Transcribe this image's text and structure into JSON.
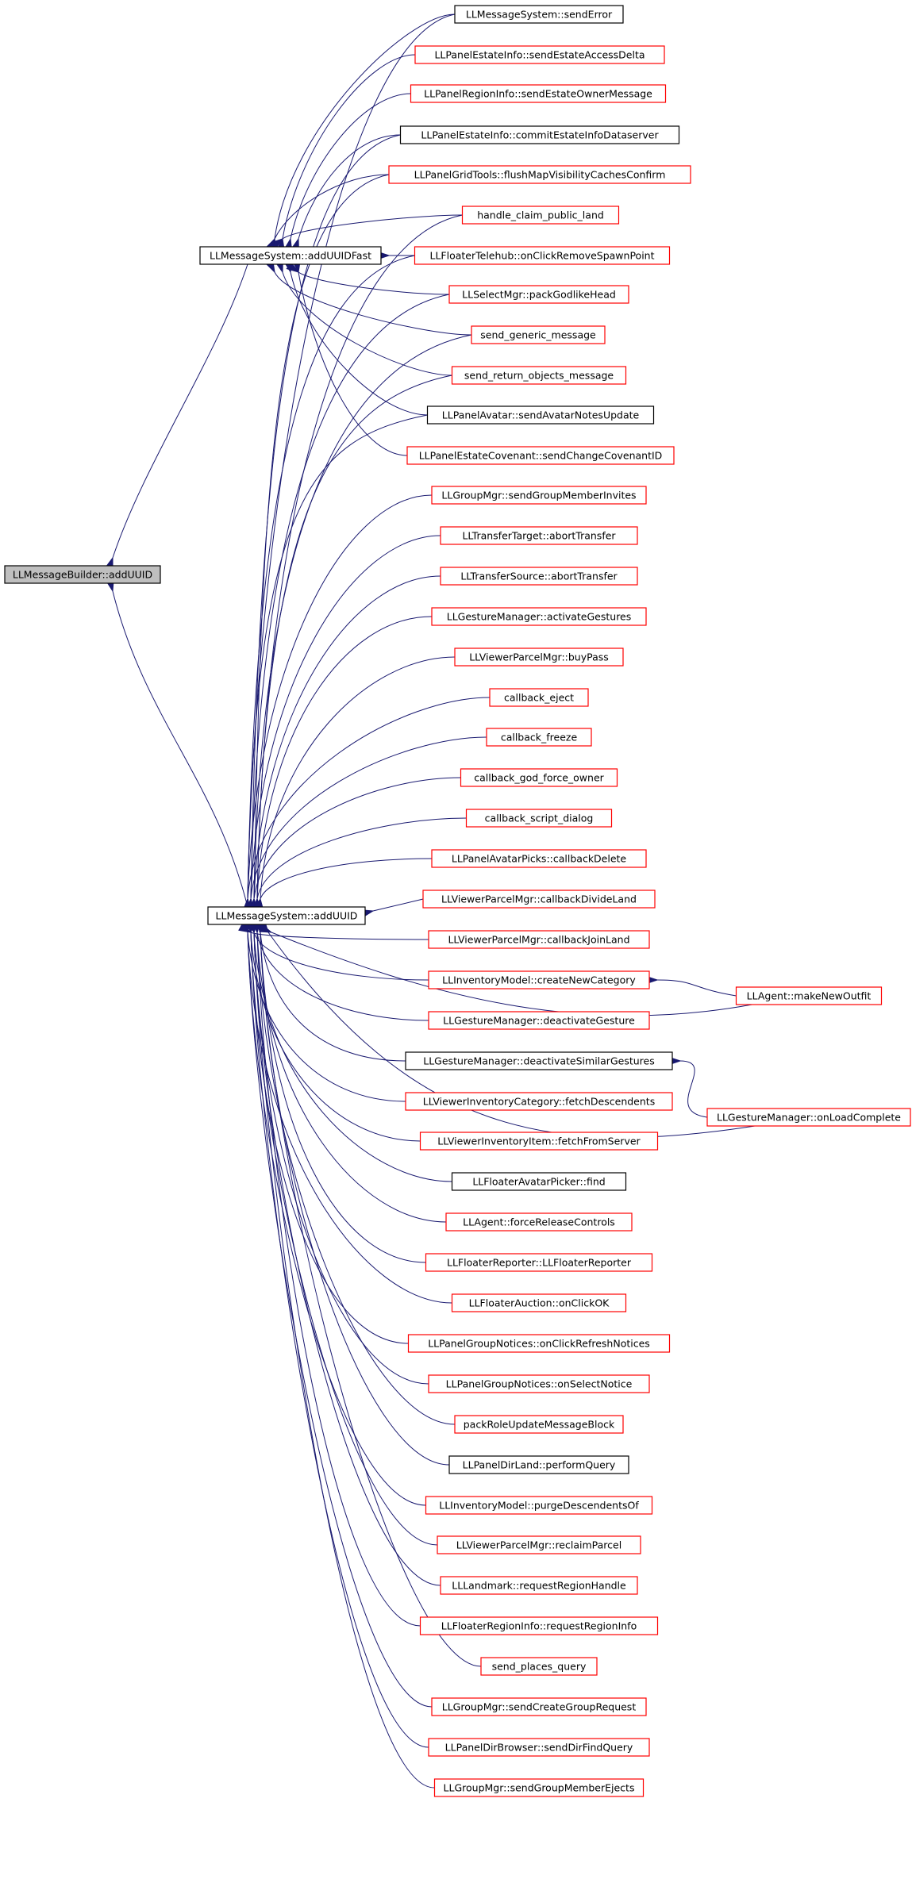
{
  "colors": {
    "edge": "#191970",
    "border_red": "#ff0000",
    "border_black": "#000000",
    "root_fill": "#bfbfbf"
  },
  "root": {
    "label": "LLMessageBuilder::addUUID"
  },
  "fast_hub": {
    "label": "LLMessageSystem::addUUIDFast"
  },
  "hub": {
    "label": "LLMessageSystem::addUUID"
  },
  "fast_callers": [
    {
      "label": "LLMessageSystem::sendError",
      "border": "black"
    },
    {
      "label": "LLPanelEstateInfo::sendEstateAccessDelta",
      "border": "red"
    },
    {
      "label": "LLPanelRegionInfo::sendEstateOwnerMessage",
      "border": "red"
    },
    {
      "label": "LLPanelEstateInfo::commitEstateInfoDataserver",
      "border": "black"
    },
    {
      "label": "LLPanelGridTools::flushMapVisibilityCachesConfirm",
      "border": "red"
    },
    {
      "label": "handle_claim_public_land",
      "border": "red"
    },
    {
      "label": "LLFloaterTelehub::onClickRemoveSpawnPoint",
      "border": "red"
    },
    {
      "label": "LLSelectMgr::packGodlikeHead",
      "border": "red"
    },
    {
      "label": "send_generic_message",
      "border": "red"
    },
    {
      "label": "send_return_objects_message",
      "border": "red"
    },
    {
      "label": "LLPanelAvatar::sendAvatarNotesUpdate",
      "border": "black"
    },
    {
      "label": "LLPanelEstateCovenant::sendChangeCovenantID",
      "border": "red"
    }
  ],
  "callers": [
    {
      "label": "LLGroupMgr::sendGroupMemberInvites",
      "border": "red"
    },
    {
      "label": "LLTransferTarget::abortTransfer",
      "border": "red"
    },
    {
      "label": "LLTransferSource::abortTransfer",
      "border": "red"
    },
    {
      "label": "LLGestureManager::activateGestures",
      "border": "red"
    },
    {
      "label": "LLViewerParcelMgr::buyPass",
      "border": "red"
    },
    {
      "label": "callback_eject",
      "border": "red"
    },
    {
      "label": "callback_freeze",
      "border": "red"
    },
    {
      "label": "callback_god_force_owner",
      "border": "red"
    },
    {
      "label": "callback_script_dialog",
      "border": "red"
    },
    {
      "label": "LLPanelAvatarPicks::callbackDelete",
      "border": "red"
    },
    {
      "label": "LLViewerParcelMgr::callbackDivideLand",
      "border": "red"
    },
    {
      "label": "LLViewerParcelMgr::callbackJoinLand",
      "border": "red"
    },
    {
      "label": "LLInventoryModel::createNewCategory",
      "border": "red"
    },
    {
      "label": "LLGestureManager::deactivateGesture",
      "border": "red"
    },
    {
      "label": "LLGestureManager::deactivateSimilarGestures",
      "border": "black"
    },
    {
      "label": "LLViewerInventoryCategory::fetchDescendents",
      "border": "red"
    },
    {
      "label": "LLViewerInventoryItem::fetchFromServer",
      "border": "red"
    },
    {
      "label": "LLFloaterAvatarPicker::find",
      "border": "black"
    },
    {
      "label": "LLAgent::forceReleaseControls",
      "border": "red"
    },
    {
      "label": "LLFloaterReporter::LLFloaterReporter",
      "border": "red"
    },
    {
      "label": "LLFloaterAuction::onClickOK",
      "border": "red"
    },
    {
      "label": "LLPanelGroupNotices::onClickRefreshNotices",
      "border": "red"
    },
    {
      "label": "LLPanelGroupNotices::onSelectNotice",
      "border": "red"
    },
    {
      "label": "packRoleUpdateMessageBlock",
      "border": "red"
    },
    {
      "label": "LLPanelDirLand::performQuery",
      "border": "black"
    },
    {
      "label": "LLInventoryModel::purgeDescendentsOf",
      "border": "red"
    },
    {
      "label": "LLViewerParcelMgr::reclaimParcel",
      "border": "red"
    },
    {
      "label": "LLLandmark::requestRegionHandle",
      "border": "red"
    },
    {
      "label": "LLFloaterRegionInfo::requestRegionInfo",
      "border": "red"
    },
    {
      "label": "send_places_query",
      "border": "red"
    },
    {
      "label": "LLGroupMgr::sendCreateGroupRequest",
      "border": "red"
    },
    {
      "label": "LLPanelDirBrowser::sendDirFindQuery",
      "border": "red"
    },
    {
      "label": "LLGroupMgr::sendGroupMemberEjects",
      "border": "red"
    }
  ],
  "outer_callers": [
    {
      "label": "LLAgent::makeNewOutfit",
      "border": "red"
    },
    {
      "label": "LLGestureManager::onLoadComplete",
      "border": "red"
    }
  ]
}
